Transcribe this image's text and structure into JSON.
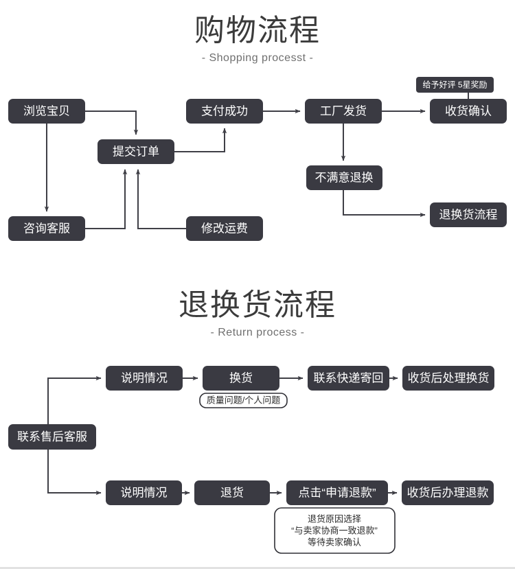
{
  "sections": [
    {
      "id": "shopping",
      "title_cn": "购物流程",
      "title_en": "- Shopping processt -",
      "nodes": {
        "browse": "浏览宝贝",
        "submit_order": "提交订单",
        "pay_success": "支付成功",
        "contact_service": "咨询客服",
        "modify_shipping": "修改运费",
        "factory_ship": "工厂发货",
        "confirm_receipt": "收货确认",
        "unsatisfied_return": "不满意退换",
        "return_process": "退换货流程"
      },
      "tags": {
        "good_review": "给予好评 5星奖励"
      }
    },
    {
      "id": "return",
      "title_cn": "退换货流程",
      "title_en": "- Return process -",
      "nodes": {
        "contact_after_sales": "联系售后客服",
        "explain_top": "说明情况",
        "exchange": "换货",
        "contact_courier": "联系快递寄回",
        "process_exchange": "收货后处理换货",
        "explain_bottom": "说明情况",
        "refund_return": "退货",
        "click_apply_refund": "点击“申请退款”",
        "handle_refund": "收货后办理退款"
      },
      "notes": {
        "quality_issue": "质量问题/个人问题",
        "refund_reason_line1": "退货原因选择",
        "refund_reason_line2": "“与卖家协商一致退款”",
        "refund_reason_line3": "等待卖家确认"
      }
    }
  ],
  "colors": {
    "node_fill": "#3a3a42",
    "node_text": "#ffffff",
    "line": "#3f3f46",
    "title": "#3b3b3b",
    "subtitle": "#6f6f6f",
    "background": "#ffffff"
  }
}
